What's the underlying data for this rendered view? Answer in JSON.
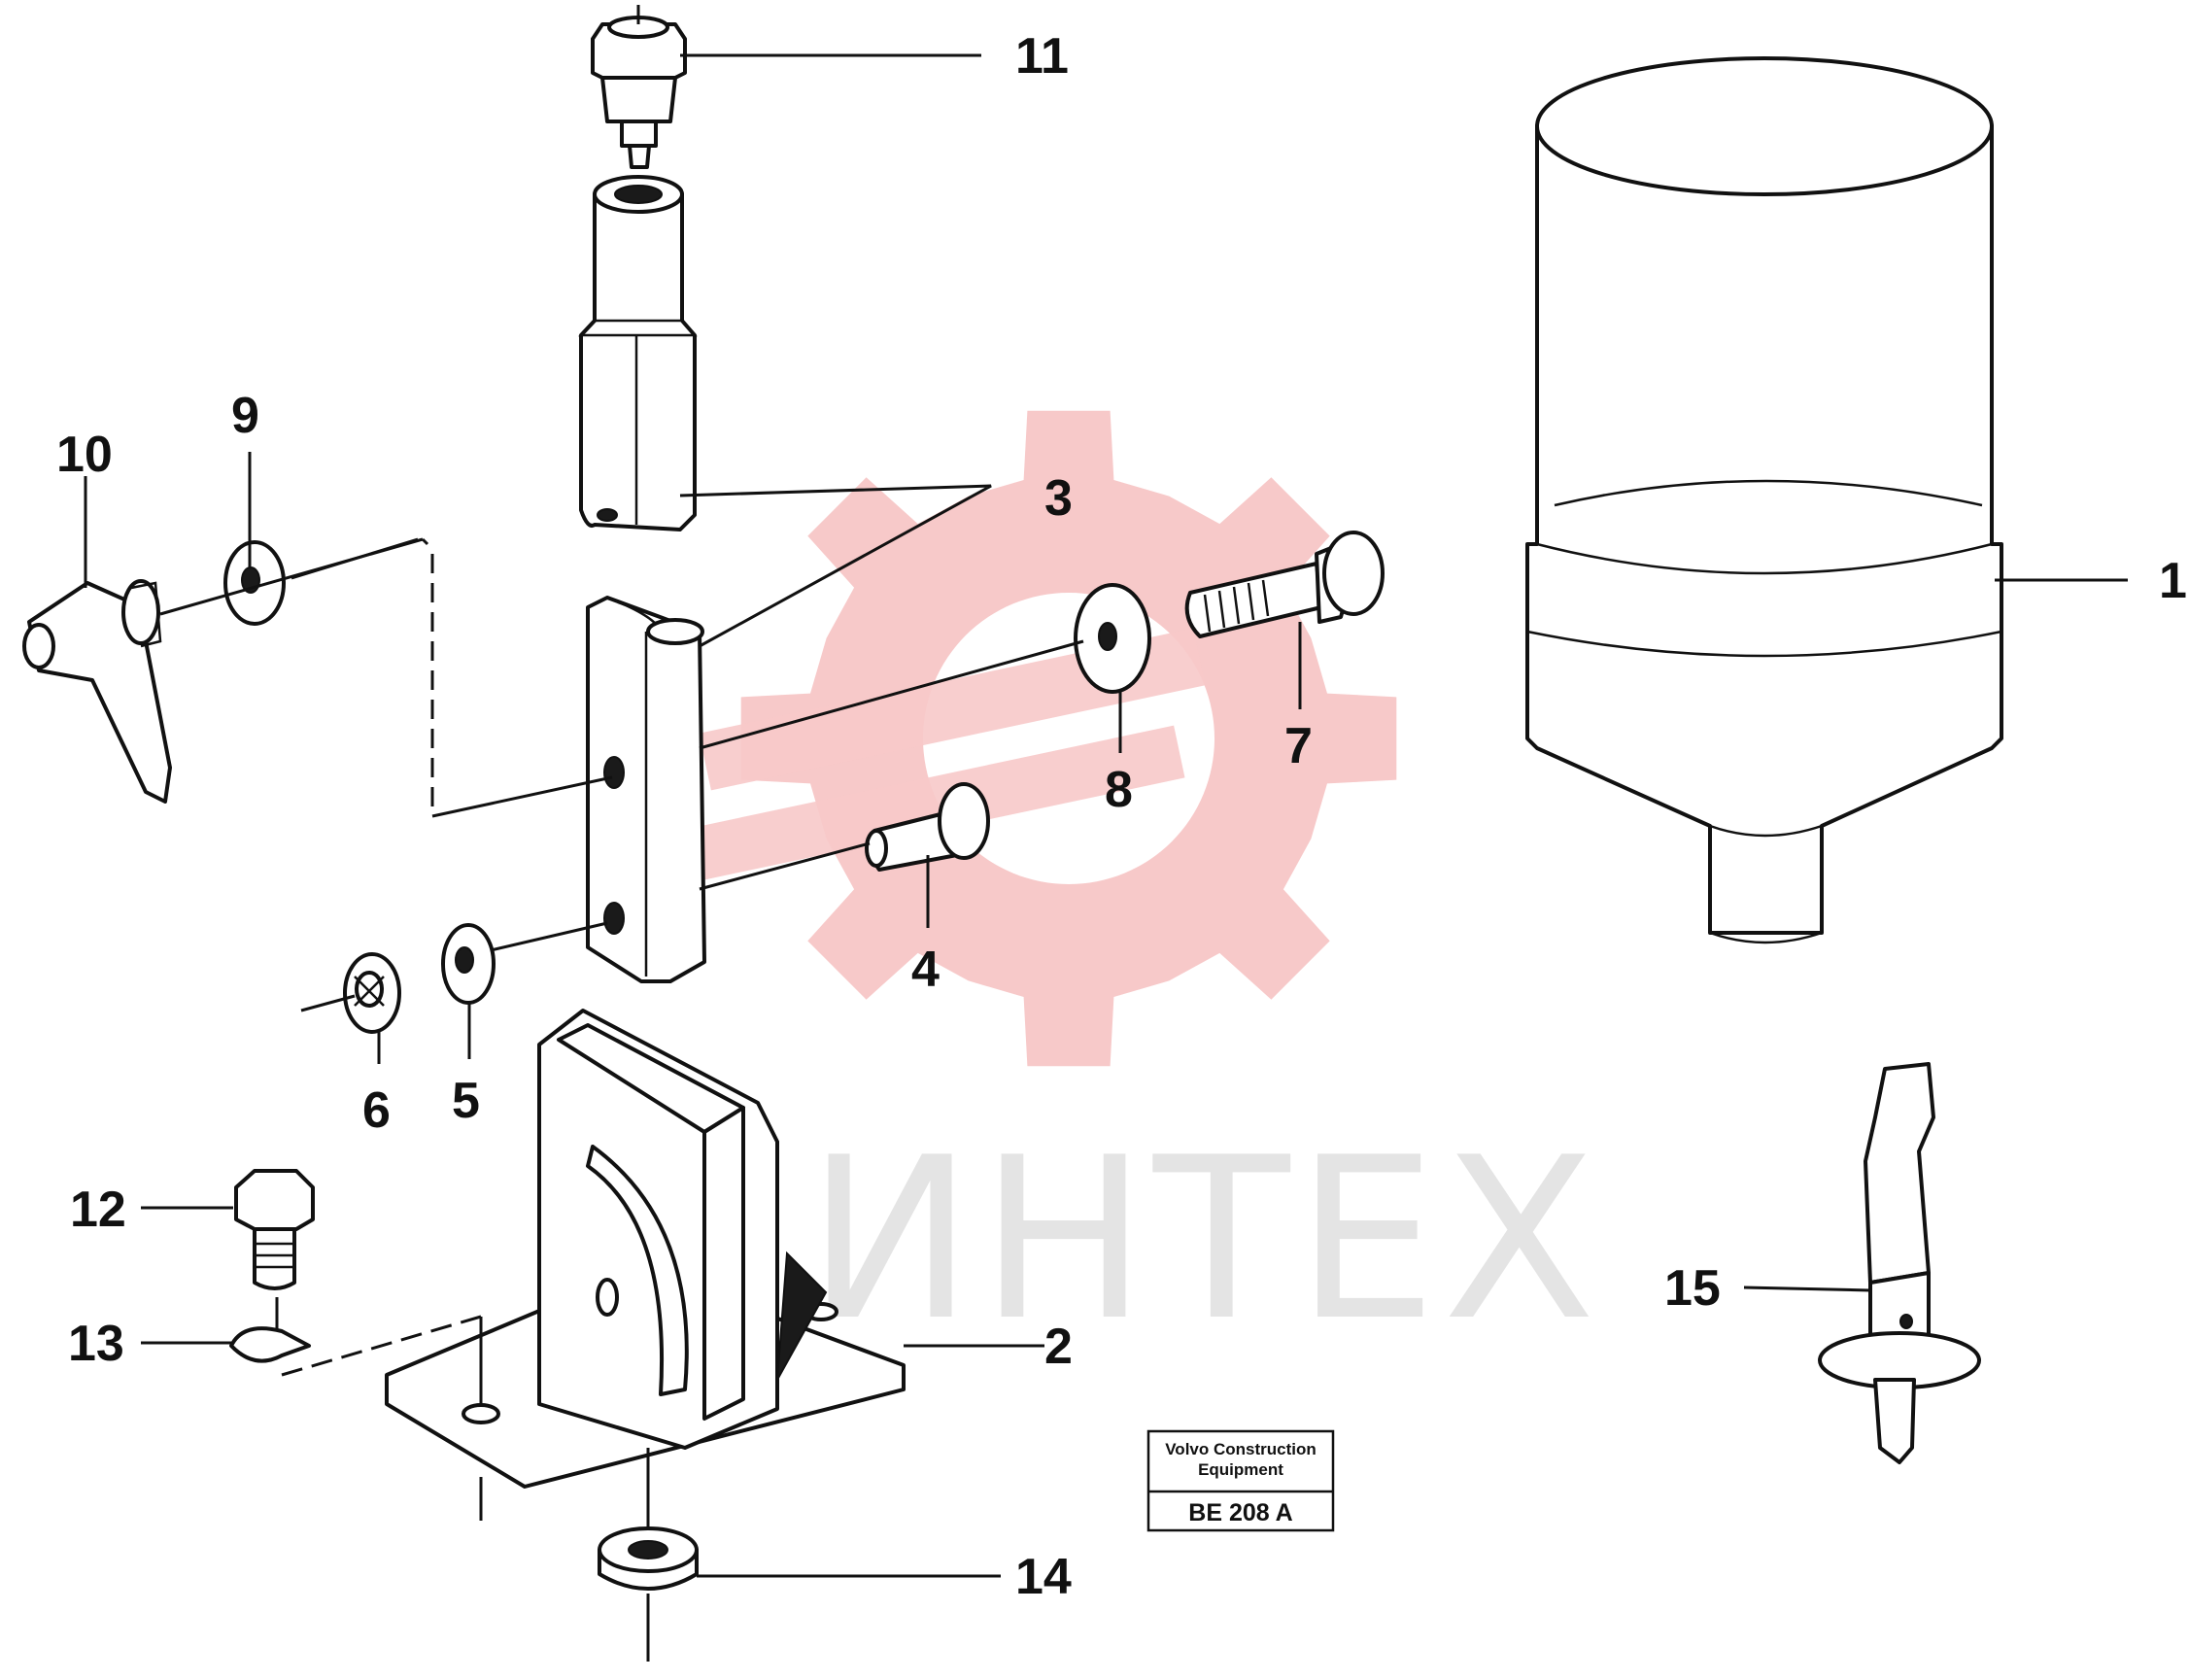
{
  "watermark": {
    "text": "ИНТЕХ",
    "gear_color": "#f7c9c9",
    "text_color": "#e4e4e4"
  },
  "stamp": {
    "line1": "Volvo Construction",
    "line2": "Equipment",
    "code": "BE 208 A"
  },
  "labels": {
    "p1": "1",
    "p2": "2",
    "p3": "3",
    "p4": "4",
    "p5": "5",
    "p6": "6",
    "p7": "7",
    "p8": "8",
    "p9": "9",
    "p10": "10",
    "p11": "11",
    "p12": "12",
    "p13": "13",
    "p14": "14",
    "p15": "15"
  }
}
